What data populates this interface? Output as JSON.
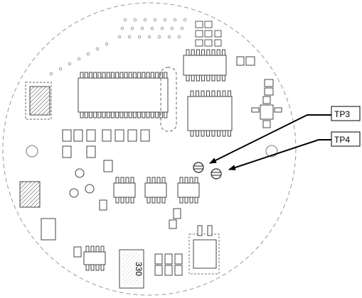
{
  "callouts": [
    {
      "label": "TP3"
    },
    {
      "label": "TP4"
    }
  ],
  "inductor_marking": "330"
}
